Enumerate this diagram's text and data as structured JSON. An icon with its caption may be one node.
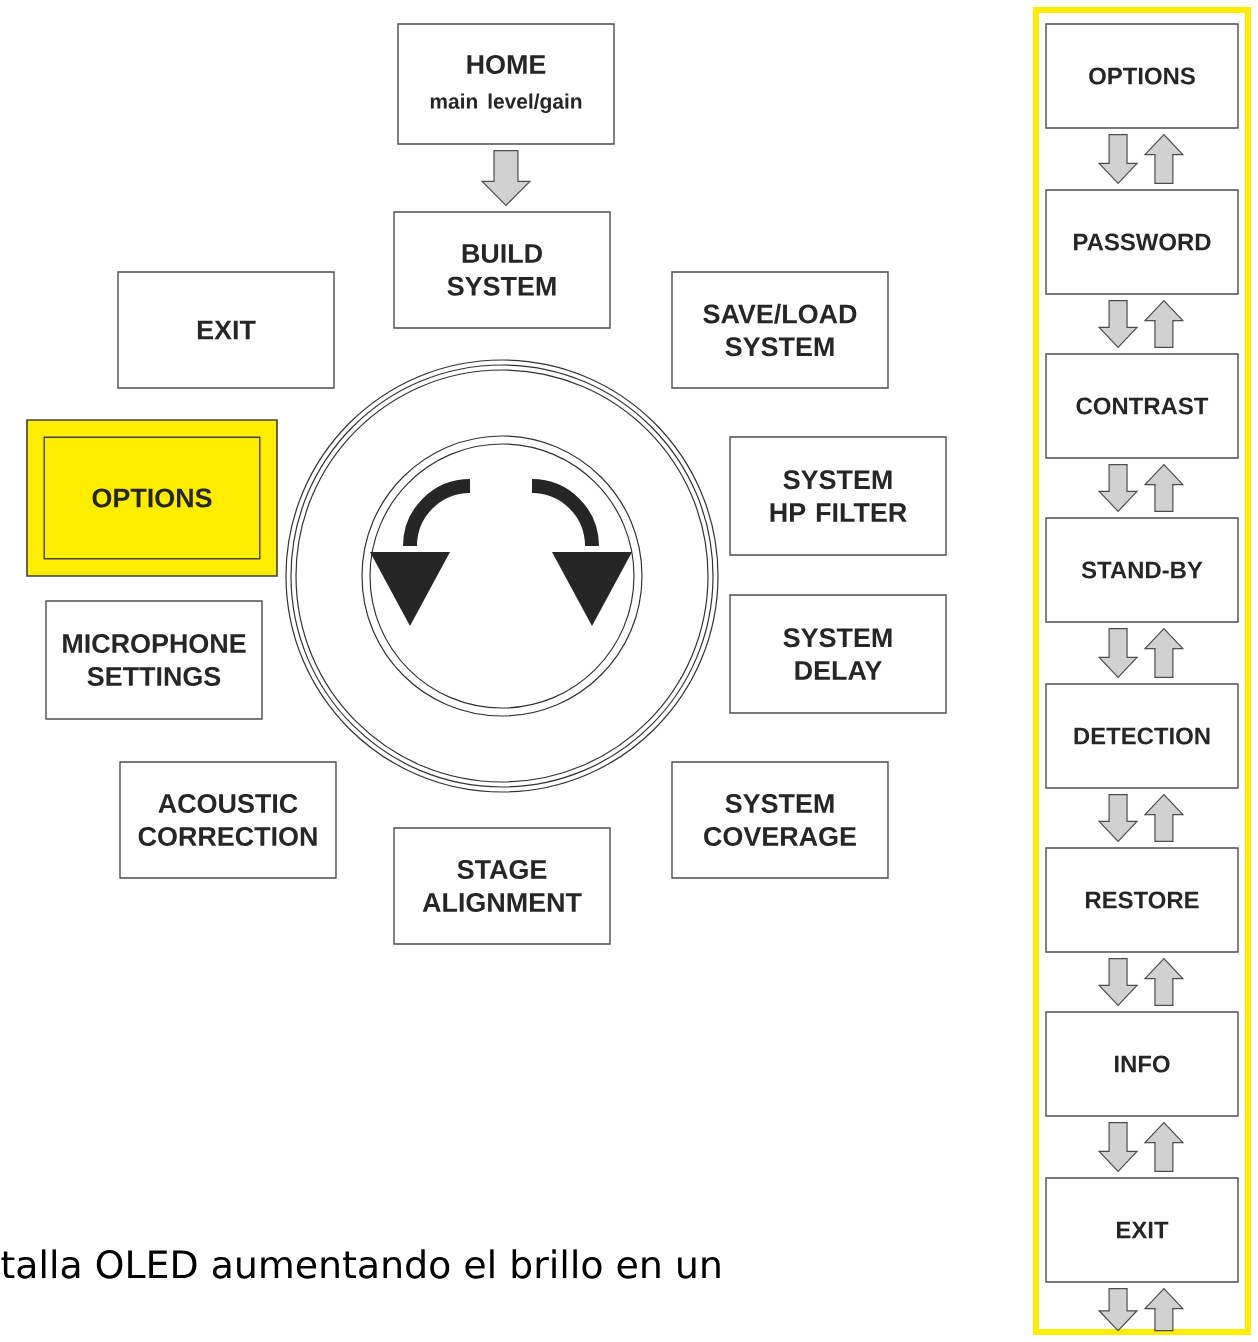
{
  "diagram": {
    "nodes": [
      {
        "text": [
          "HOME",
          "main level/gain"
        ]
      },
      {
        "text": [
          "BUILD SYSTEM"
        ]
      },
      {
        "text": [
          "EXIT"
        ]
      },
      {
        "text": [
          "SAVE/LOAD SYSTEM"
        ]
      },
      {
        "text": [
          "OPTIONS"
        ]
      },
      {
        "text": [
          "SYSTEM HP FILTER"
        ]
      },
      {
        "text": [
          "MICROPHONE SETTINGS"
        ]
      },
      {
        "text": [
          "SYSTEM DELAY"
        ]
      },
      {
        "text": [
          "ACOUSTIC CORRECTION"
        ]
      },
      {
        "text": [
          "SYSTEM COVERAGE"
        ]
      },
      {
        "text": [
          "STAGE ALIGNMENT"
        ]
      },
      {
        "text": [],
        "shape": "box"
      },
      {
        "text": [
          "OPTIONS"
        ],
        "in": 11
      },
      {
        "text": [
          "PASSWORD"
        ],
        "in": 11
      },
      {
        "text": [
          "CONTRAST"
        ],
        "in": 11
      },
      {
        "text": [
          "STAND-BY"
        ],
        "in": 11
      },
      {
        "text": [
          "DETECTION"
        ],
        "in": 11
      },
      {
        "text": [
          "RESTORE"
        ],
        "in": 11
      },
      {
        "text": [
          "INFO"
        ],
        "in": 11
      },
      {
        "text": [
          "EXIT"
        ],
        "in": 11
      }
    ],
    "edges": [
      {
        "from": 0,
        "to": 1,
        "arrow": "to"
      },
      {
        "from": 12,
        "to": 13,
        "arrow": "to"
      },
      {
        "from": 13,
        "to": 12,
        "arrow": "to"
      },
      {
        "from": 13,
        "to": 14,
        "arrow": "to"
      },
      {
        "from": 14,
        "to": 13,
        "arrow": "to"
      },
      {
        "from": 14,
        "to": 15,
        "arrow": "to"
      },
      {
        "from": 15,
        "to": 14,
        "arrow": "to"
      },
      {
        "from": 15,
        "to": 16,
        "arrow": "to"
      },
      {
        "from": 16,
        "to": 15,
        "arrow": "to"
      },
      {
        "from": 16,
        "to": 17,
        "arrow": "to"
      },
      {
        "from": 17,
        "to": 16,
        "arrow": "to"
      },
      {
        "from": 17,
        "to": 18,
        "arrow": "to"
      },
      {
        "from": 18,
        "to": 17,
        "arrow": "to"
      },
      {
        "from": 18,
        "to": 19,
        "arrow": "to"
      },
      {
        "from": 19,
        "to": 18,
        "arrow": "to"
      },
      {
        "from": 19,
        "to": null,
        "arrow": "to"
      },
      {
        "from": null,
        "to": 19,
        "arrow": "to"
      }
    ],
    "labels": [
      "talla OLED aumentando el brillo en un"
    ]
  }
}
